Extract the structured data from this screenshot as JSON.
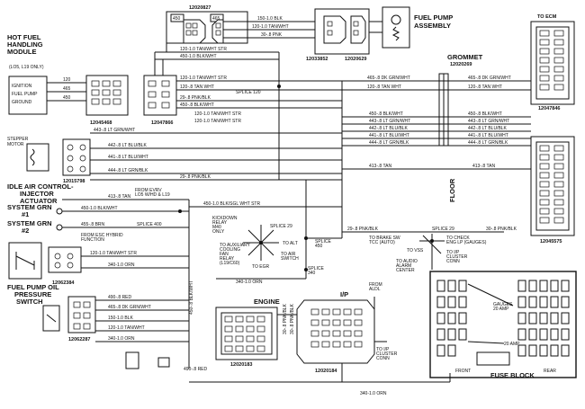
{
  "connectors": {
    "top_left_block": {
      "id": "12020827",
      "pin_a": "450",
      "pin_b": "465"
    },
    "top_mid": {
      "id": "12033852"
    },
    "top_mid2": {
      "id": "12020629"
    },
    "fuel_pump_assembly": "FUEL PUMP\nASSEMBLY",
    "to_ecm": "TO ECM",
    "ecm_c1": "12047846",
    "ecm_c2": "12045575",
    "grommet": "GROMMET\n12020269",
    "floor": "FLOOR",
    "hot_fuel_module_id": "12045468",
    "hot_fuel_module_id2": "12047866",
    "iac_id": "12015798",
    "esc_id": "12062384",
    "fp_switch_id": "12062287",
    "engine_id": "12020183",
    "ip_id": "12020184"
  },
  "labels": {
    "hot_fuel": "HOT FUEL\nHANDLING\nMODULE\n(LO5, L19 ONLY)",
    "ignition": "IGNITION",
    "fuel_pump_lbl": "FUEL PUMP",
    "ground": "GROUND",
    "stepper": "STEPPER\nMOTOR",
    "idle_air": "IDLE AIR CONTROL-\nINJECTOR\nACTUATOR",
    "system_grn1": "SYSTEM GRN\n#1",
    "system_grn2": "SYSTEM GRN\n#2",
    "fuel_pump_oil": "FUEL PUMP OIL\nPRESSURE\nSWITCH",
    "engine": "ENGINE",
    "ip": "I/P",
    "fuse_block": "FUSE BLOCK",
    "front": "FRONT",
    "rear": "REAR",
    "gauges_20": "GAUGES\n20 AMP",
    "amp_20": "20 AMP",
    "from_aldl": "FROM\nALDL",
    "to_ip_cluster": "TO I/P\nCLUSTER\nCONN",
    "splice_120": "SPLICE 120",
    "splice_450": "SPLICE\n450",
    "splice_340": "SPLICE\n340",
    "splice_29": "SPLICE 29",
    "kickdown": "KICKDOWN\nRELAY\nM40\nONLY",
    "to_aux": "TO AUXILIARY\nCOOLING\nFAN\nRELAY\n(L19/C60)",
    "to_egr": "TO EGR",
    "to_alt": "TO ALT",
    "to_air_switch": "TO AIR\nSWITCH",
    "from_evrv": "FROM EVRV\nLO5 W/HD & L19",
    "from_esc": "FROM ESC HYBRID\nFUNCTION",
    "splice_400": "SPLICE 400",
    "to_brake": "TO BRAKE SW\nTCC (AUTO)",
    "to_check": "TO CHECK\nENG LP (GAUGES)",
    "to_vss": "TO VSS",
    "to_ip_cluster_conn": "TO I/P\nCLUSTER\nCONN",
    "to_audio": "TO AUDIO\nALARM\nCENTER"
  },
  "wires_top": [
    "150-1.0 BLK",
    "120-1.0 TAN/WHT",
    "30-.8 PNK",
    "465-.8 DK GRN/WHT",
    "120-.8 TAN WHT",
    "120-1.0 TAN/WHT STR",
    "450-1.0 BLK/WHT",
    "120-1.0 TAN/WHT STR",
    "120-.8 TAN WHT",
    "465-.8 DK GRN/WHT",
    "29-.8 PNK/BLK",
    "450-.8 BLK/WHT",
    "120-1.0 TAN/WHT STR",
    "120-1.0 TAN/WHT STR",
    "120-1.0 TAN/WHT STR"
  ],
  "wires_ecm": [
    "465-.8 DK GRN/WHT",
    "120-.8 TAN WHT",
    "450-.8 BLK/WHT",
    "443-.8 LT GRN/WHT",
    "442-.8 LT BLU/BLK",
    "441-.8 LT BLU/WHT",
    "444-.8 LT GRN/BLK",
    "413-.8 TAN"
  ],
  "wires_mid": [
    "443-.8 LT GRN/WHT",
    "442-.8 LT BLU/BLK",
    "441-.8 LT BLU/WHT",
    "444-.8 LT GRN/BLK",
    "29-.8 PNK/BLK",
    "413-.8 TAN",
    "450-1.0 BLK/WHT",
    "450-1.0 BLK/SGL WHT STR",
    "120-1.0 TAN/WHT STR",
    "450-.8 BLK/WHT",
    "455-.8 BRN",
    "120-1.0 TAN/WHT STR",
    "340-1.0 ORN",
    "490-.8 RED",
    "465-.8 DK GRN/WHT",
    "150-1.0 BLK",
    "120-1.0 TAN/WHT",
    "490-.8 RED",
    "450-.8 BLK/WHT",
    "340-1.0 ORN",
    "30-.8 PNK/BLK",
    "30-.8 PNK/BLK",
    "29-.8 PNK/BLK",
    "340-1.0 ORN",
    "340-1.0 ORN"
  ]
}
